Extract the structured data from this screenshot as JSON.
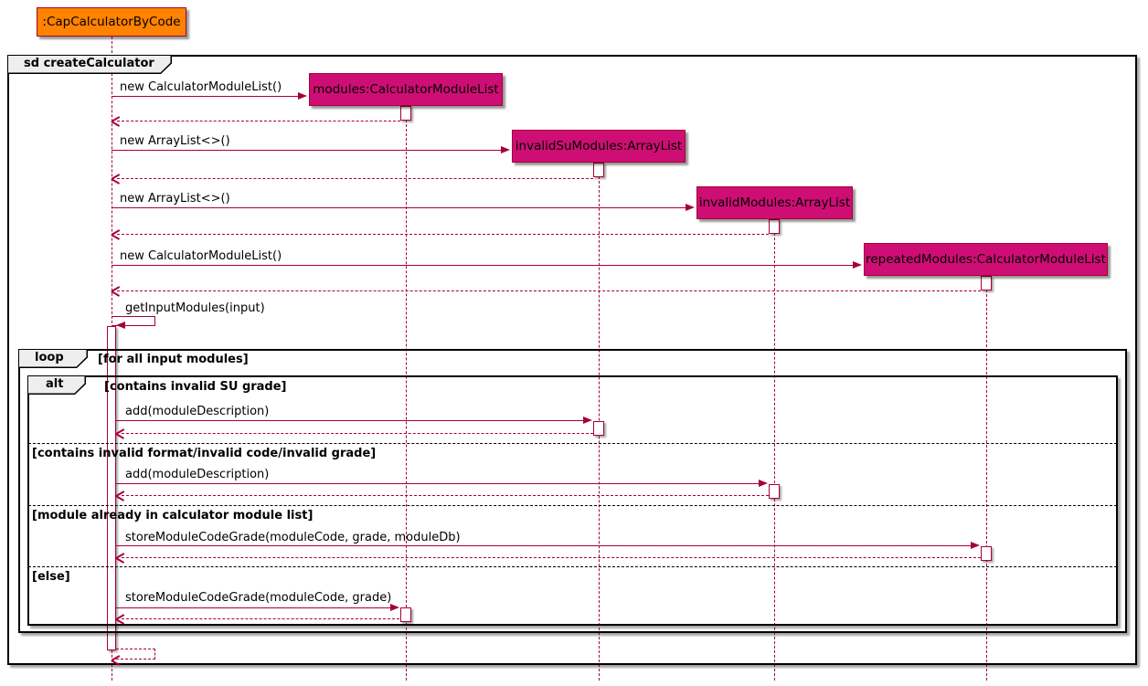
{
  "diagram": {
    "type": "uml-sequence-diagram",
    "colors": {
      "arrow_accent": "#A80036",
      "participant_fill": "#CE0E74",
      "actor_fill": "#FF8200",
      "frame_tab_fill": "#EEEEEE",
      "frame_border": "#000000"
    }
  },
  "actor": {
    "label": ":CapCalculatorByCode"
  },
  "participants": [
    {
      "label": "modules:CalculatorModuleList"
    },
    {
      "label": "invalidSuModules:ArrayList"
    },
    {
      "label": "invalidModules:ArrayList"
    },
    {
      "label": "repeatedModules:CalculatorModuleList"
    }
  ],
  "frames": {
    "sd": {
      "label": "sd createCalculator"
    },
    "loop": {
      "label": "loop",
      "guard": "[for all input modules]"
    },
    "alt": {
      "label": "alt",
      "guard": "[contains invalid SU grade]"
    }
  },
  "sections": {
    "s2": "[contains invalid format/invalid code/invalid grade]",
    "s3": "[module already in calculator module list]",
    "s4": "[else]"
  },
  "messages": {
    "m1": "new CalculatorModuleList()",
    "m2": "new ArrayList<>()",
    "m3": "new ArrayList<>()",
    "m4": "new CalculatorModuleList()",
    "m5": "getInputModules(input)",
    "m6": "add(moduleDescription)",
    "m7": "add(moduleDescription)",
    "m8": "storeModuleCodeGrade(moduleCode, grade, moduleDb)",
    "m9": "storeModuleCodeGrade(moduleCode, grade)"
  }
}
